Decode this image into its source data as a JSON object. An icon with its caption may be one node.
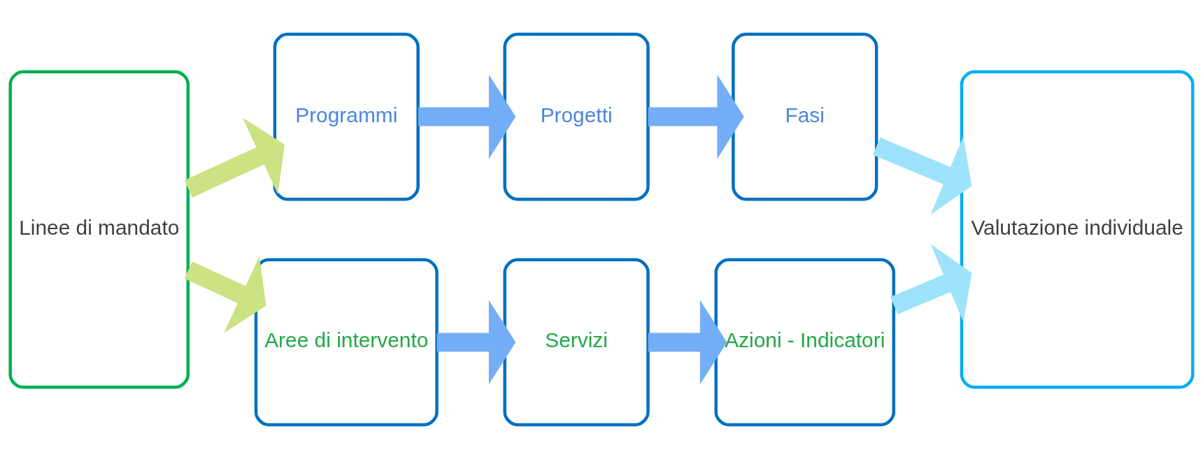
{
  "diagram": {
    "nodes": [
      {
        "text": [
          "Linee di mandato"
        ]
      },
      {
        "text": [
          "Programmi"
        ]
      },
      {
        "text": [
          "Progetti"
        ]
      },
      {
        "text": [
          "Fasi"
        ]
      },
      {
        "text": [
          "Aree di intervento"
        ]
      },
      {
        "text": [
          "Servizi"
        ]
      },
      {
        "text": [
          "Azioni - Indicatori"
        ]
      },
      {
        "text": [
          "Valutazione individuale"
        ]
      }
    ],
    "edges": [
      {
        "from": 0,
        "to": 1,
        "arrow": "to",
        "color": "#cce283"
      },
      {
        "from": 0,
        "to": 4,
        "arrow": "to",
        "color": "#cce283"
      },
      {
        "from": 1,
        "to": 2,
        "arrow": "to"
      },
      {
        "from": 2,
        "to": 3,
        "arrow": "to"
      },
      {
        "from": 4,
        "to": 5,
        "arrow": "to"
      },
      {
        "from": 5,
        "to": 6,
        "arrow": "to"
      },
      {
        "from": 3,
        "to": 7,
        "arrow": "to",
        "color": "#9de3fb"
      },
      {
        "from": 6,
        "to": 7,
        "arrow": "to",
        "color": "#9de3fb"
      }
    ]
  }
}
